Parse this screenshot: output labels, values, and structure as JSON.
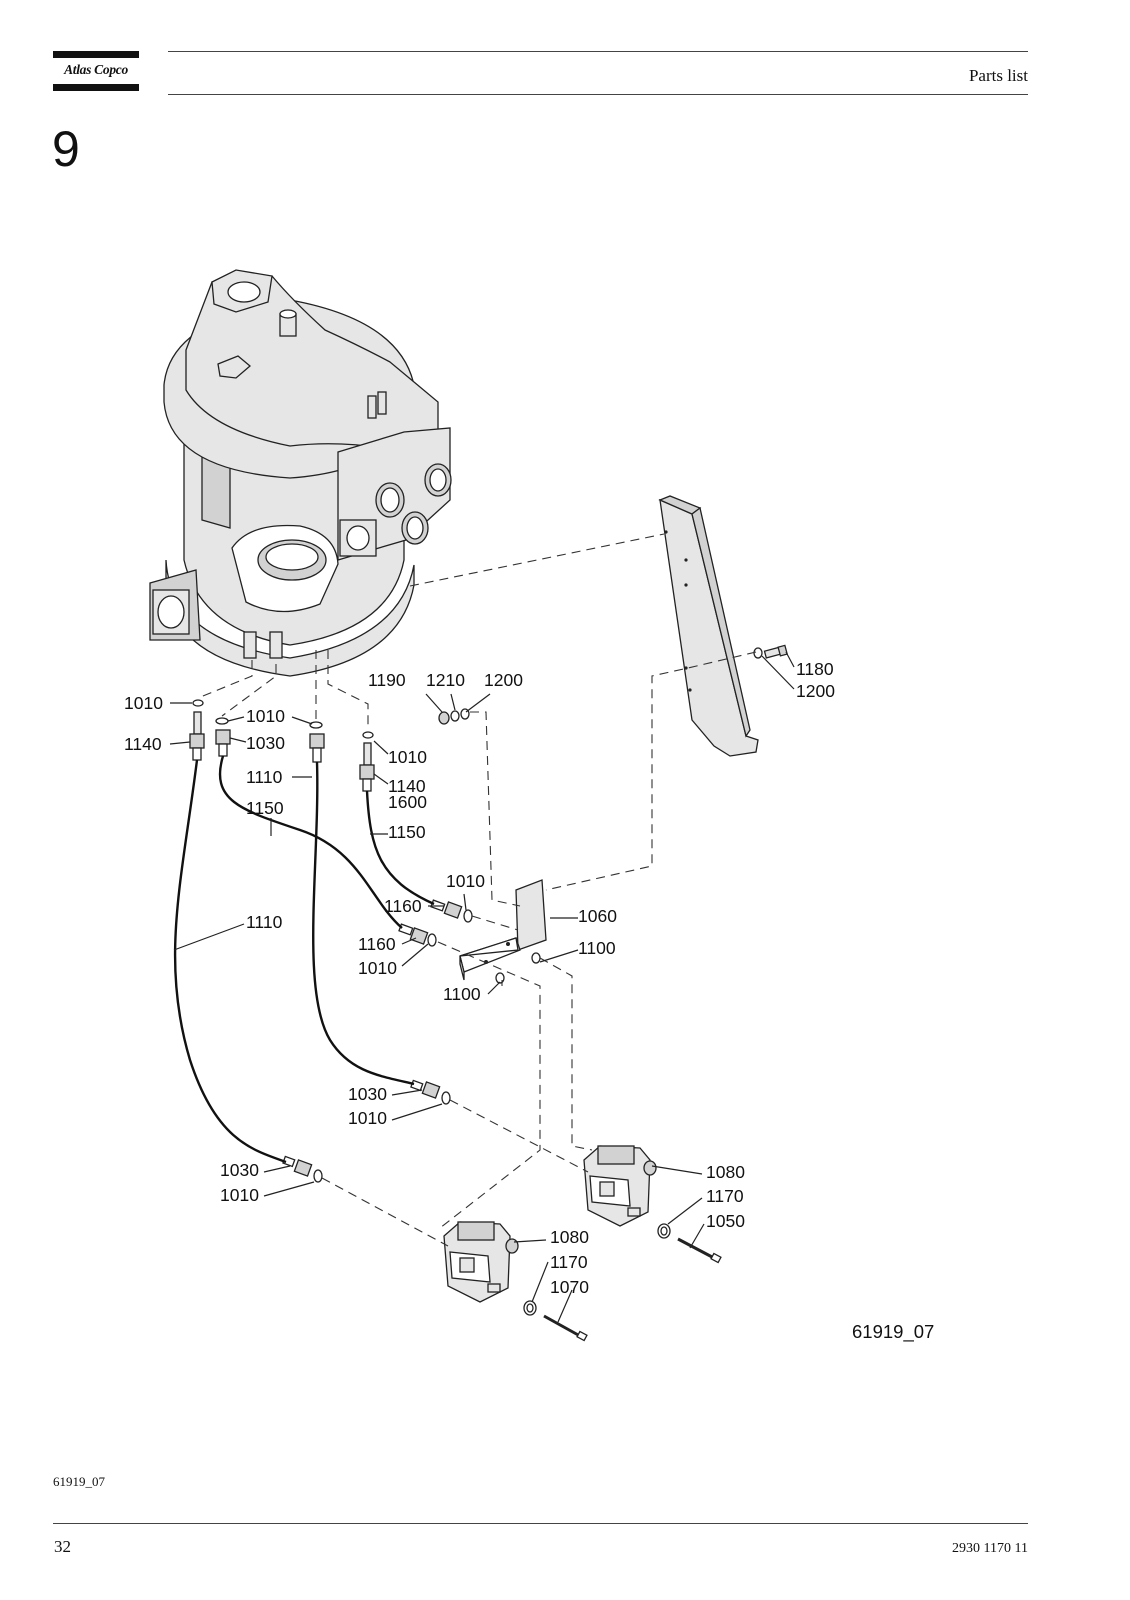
{
  "header": {
    "brand": "Atlas Copco",
    "section_label": "Parts list"
  },
  "section_number": "9",
  "figure": {
    "id_label": "61919_07",
    "callouts": {
      "c1010_a": "1010",
      "c1140_a": "1140",
      "c1010_b": "1010",
      "c1030_a": "1030",
      "c1110_a": "1110",
      "c1150_a": "1150",
      "c1190": "1190",
      "c1210": "1210",
      "c1200_a": "1200",
      "c1010_c": "1010",
      "c1140_b": "1140",
      "c1600": "1600",
      "c1150_b": "1150",
      "c1180": "1180",
      "c1200_b": "1200",
      "c1010_d": "1010",
      "c1160_a": "1160",
      "c1060": "1060",
      "c1160_b": "1160",
      "c1010_e": "1010",
      "c1100_a": "1100",
      "c1100_b": "1100",
      "c1110_b": "1110",
      "c1030_b": "1030",
      "c1010_f": "1010",
      "c1030_c": "1030",
      "c1010_g": "1010",
      "c1080_a": "1080",
      "c1170_a": "1170",
      "c1050": "1050",
      "c1080_b": "1080",
      "c1170_b": "1170",
      "c1070": "1070"
    }
  },
  "footer": {
    "figure_ref": "61919_07",
    "page_number": "32",
    "document_number": "2930 1170 11"
  }
}
